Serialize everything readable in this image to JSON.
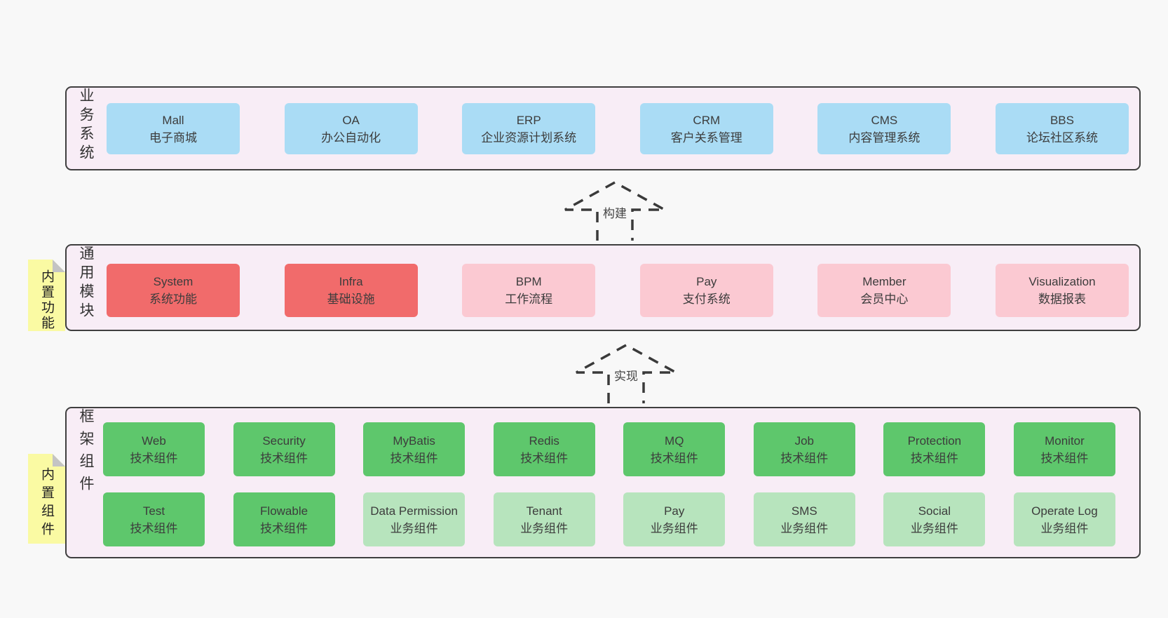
{
  "diagram_title": "ruoyi-vue-pro style architecture diagram",
  "colors": {
    "page_bg": "#f8f8f8",
    "container_bg": "#f8edf6",
    "container_border": "#3f3f3f",
    "blue_box": "#aadcf5",
    "red_box": "#f16b6b",
    "pink_box": "#fbc9d2",
    "green_dark_box": "#5ec76c",
    "green_light_box": "#b7e4bd",
    "sticky_yellow": "#fafaa3",
    "sticky_fold_gray": "#c4c4c4"
  },
  "arrows": [
    {
      "label": "构建"
    },
    {
      "label": "实现"
    }
  ],
  "layers": [
    {
      "label": "业务系统",
      "boxes": [
        {
          "name": "Mall",
          "desc": "电子商城"
        },
        {
          "name": "OA",
          "desc": "办公自动化"
        },
        {
          "name": "ERP",
          "desc": "企业资源计划系统"
        },
        {
          "name": "CRM",
          "desc": "客户关系管理"
        },
        {
          "name": "CMS",
          "desc": "内容管理系统"
        },
        {
          "name": "BBS",
          "desc": "论坛社区系统"
        }
      ]
    },
    {
      "label": "通用模块",
      "sticky": "内置功能",
      "boxes": [
        {
          "name": "System",
          "desc": "系统功能"
        },
        {
          "name": "Infra",
          "desc": "基础设施"
        },
        {
          "name": "BPM",
          "desc": "工作流程"
        },
        {
          "name": "Pay",
          "desc": "支付系统"
        },
        {
          "name": "Member",
          "desc": "会员中心"
        },
        {
          "name": "Visualization",
          "desc": "数据报表"
        }
      ]
    },
    {
      "label": "框架组件",
      "sticky": "内置组件",
      "row1": [
        {
          "name": "Web",
          "desc": "技术组件"
        },
        {
          "name": "Security",
          "desc": "技术组件"
        },
        {
          "name": "MyBatis",
          "desc": "技术组件"
        },
        {
          "name": "Redis",
          "desc": "技术组件"
        },
        {
          "name": "MQ",
          "desc": "技术组件"
        },
        {
          "name": "Job",
          "desc": "技术组件"
        },
        {
          "name": "Protection",
          "desc": "技术组件"
        },
        {
          "name": "Monitor",
          "desc": "技术组件"
        }
      ],
      "row2": [
        {
          "name": "Test",
          "desc": "技术组件"
        },
        {
          "name": "Flowable",
          "desc": "技术组件"
        },
        {
          "name": "Data Permission",
          "desc": "业务组件"
        },
        {
          "name": "Tenant",
          "desc": "业务组件"
        },
        {
          "name": "Pay",
          "desc": "业务组件"
        },
        {
          "name": "SMS",
          "desc": "业务组件"
        },
        {
          "name": "Social",
          "desc": "业务组件"
        },
        {
          "name": "Operate Log",
          "desc": "业务组件"
        }
      ]
    }
  ]
}
